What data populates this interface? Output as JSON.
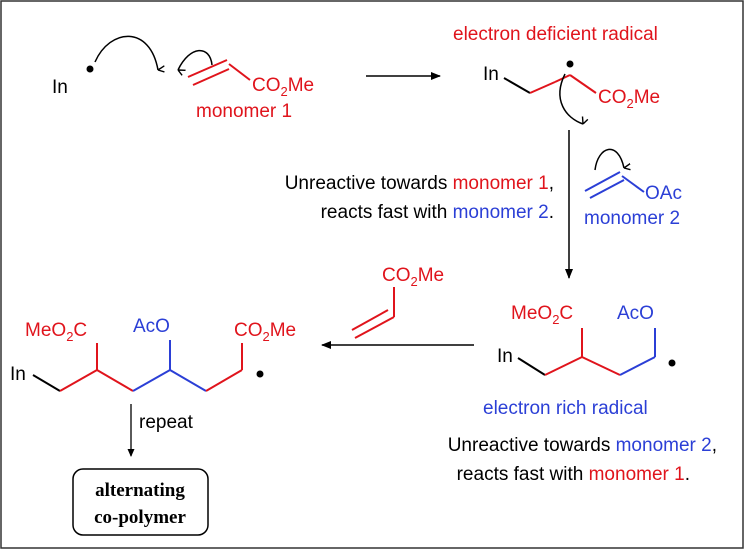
{
  "colors": {
    "black": "#000000",
    "red": "#e0141c",
    "blue": "#2b3fd6",
    "border": "#333333"
  },
  "step1": {
    "initiator": "In",
    "monomer1_ester": "CO",
    "monomer1_ester_sub": "2",
    "monomer1_ester_tail": "Me",
    "monomer1_label": "monomer 1"
  },
  "radical1": {
    "title": "electron deficient radical",
    "initiator": "In",
    "ester": "CO",
    "ester_sub": "2",
    "ester_tail": "Me"
  },
  "note1": {
    "line1_prefix": "Unreactive towards ",
    "line1_colored": "monomer 1",
    "line1_suffix": ",",
    "line2_prefix": "reacts fast with ",
    "line2_colored": "monomer 2",
    "line2_suffix": "."
  },
  "monomer2": {
    "group": "OAc",
    "label": "monomer 2"
  },
  "radical2": {
    "initiator": "In",
    "ester": "MeO",
    "ester_sub": "2",
    "ester_tail": "C",
    "acetate": "AcO",
    "title": "electron rich radical"
  },
  "note2": {
    "line1_prefix": "Unreactive towards ",
    "line1_colored": "monomer 2",
    "line1_suffix": ",",
    "line2_prefix": "reacts fast with ",
    "line2_colored": "monomer 1",
    "line2_suffix": "."
  },
  "acrylate2": {
    "ester": "CO",
    "ester_sub": "2",
    "ester_tail": "Me"
  },
  "polymer": {
    "initiator": "In",
    "ester_left": "MeO",
    "ester_left_sub": "2",
    "ester_left_tail": "C",
    "acetate": "AcO",
    "ester_right": "CO",
    "ester_right_sub": "2",
    "ester_right_tail": "Me"
  },
  "repeat_label": "repeat",
  "result": {
    "line1": "alternating",
    "line2": "co-polymer"
  }
}
